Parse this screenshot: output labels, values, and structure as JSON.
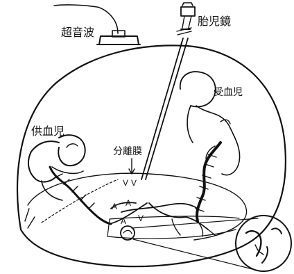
{
  "labels": {
    "ultrasound": "超音波",
    "fetoscope": "胎児鏡",
    "recipient": "受血児",
    "donor": "供血児",
    "membrane": "分離膜"
  },
  "vessel_marks": {
    "v1": "V",
    "v2": "V",
    "a1": "A",
    "a2": "A",
    "a3": "A",
    "v3": "V"
  }
}
